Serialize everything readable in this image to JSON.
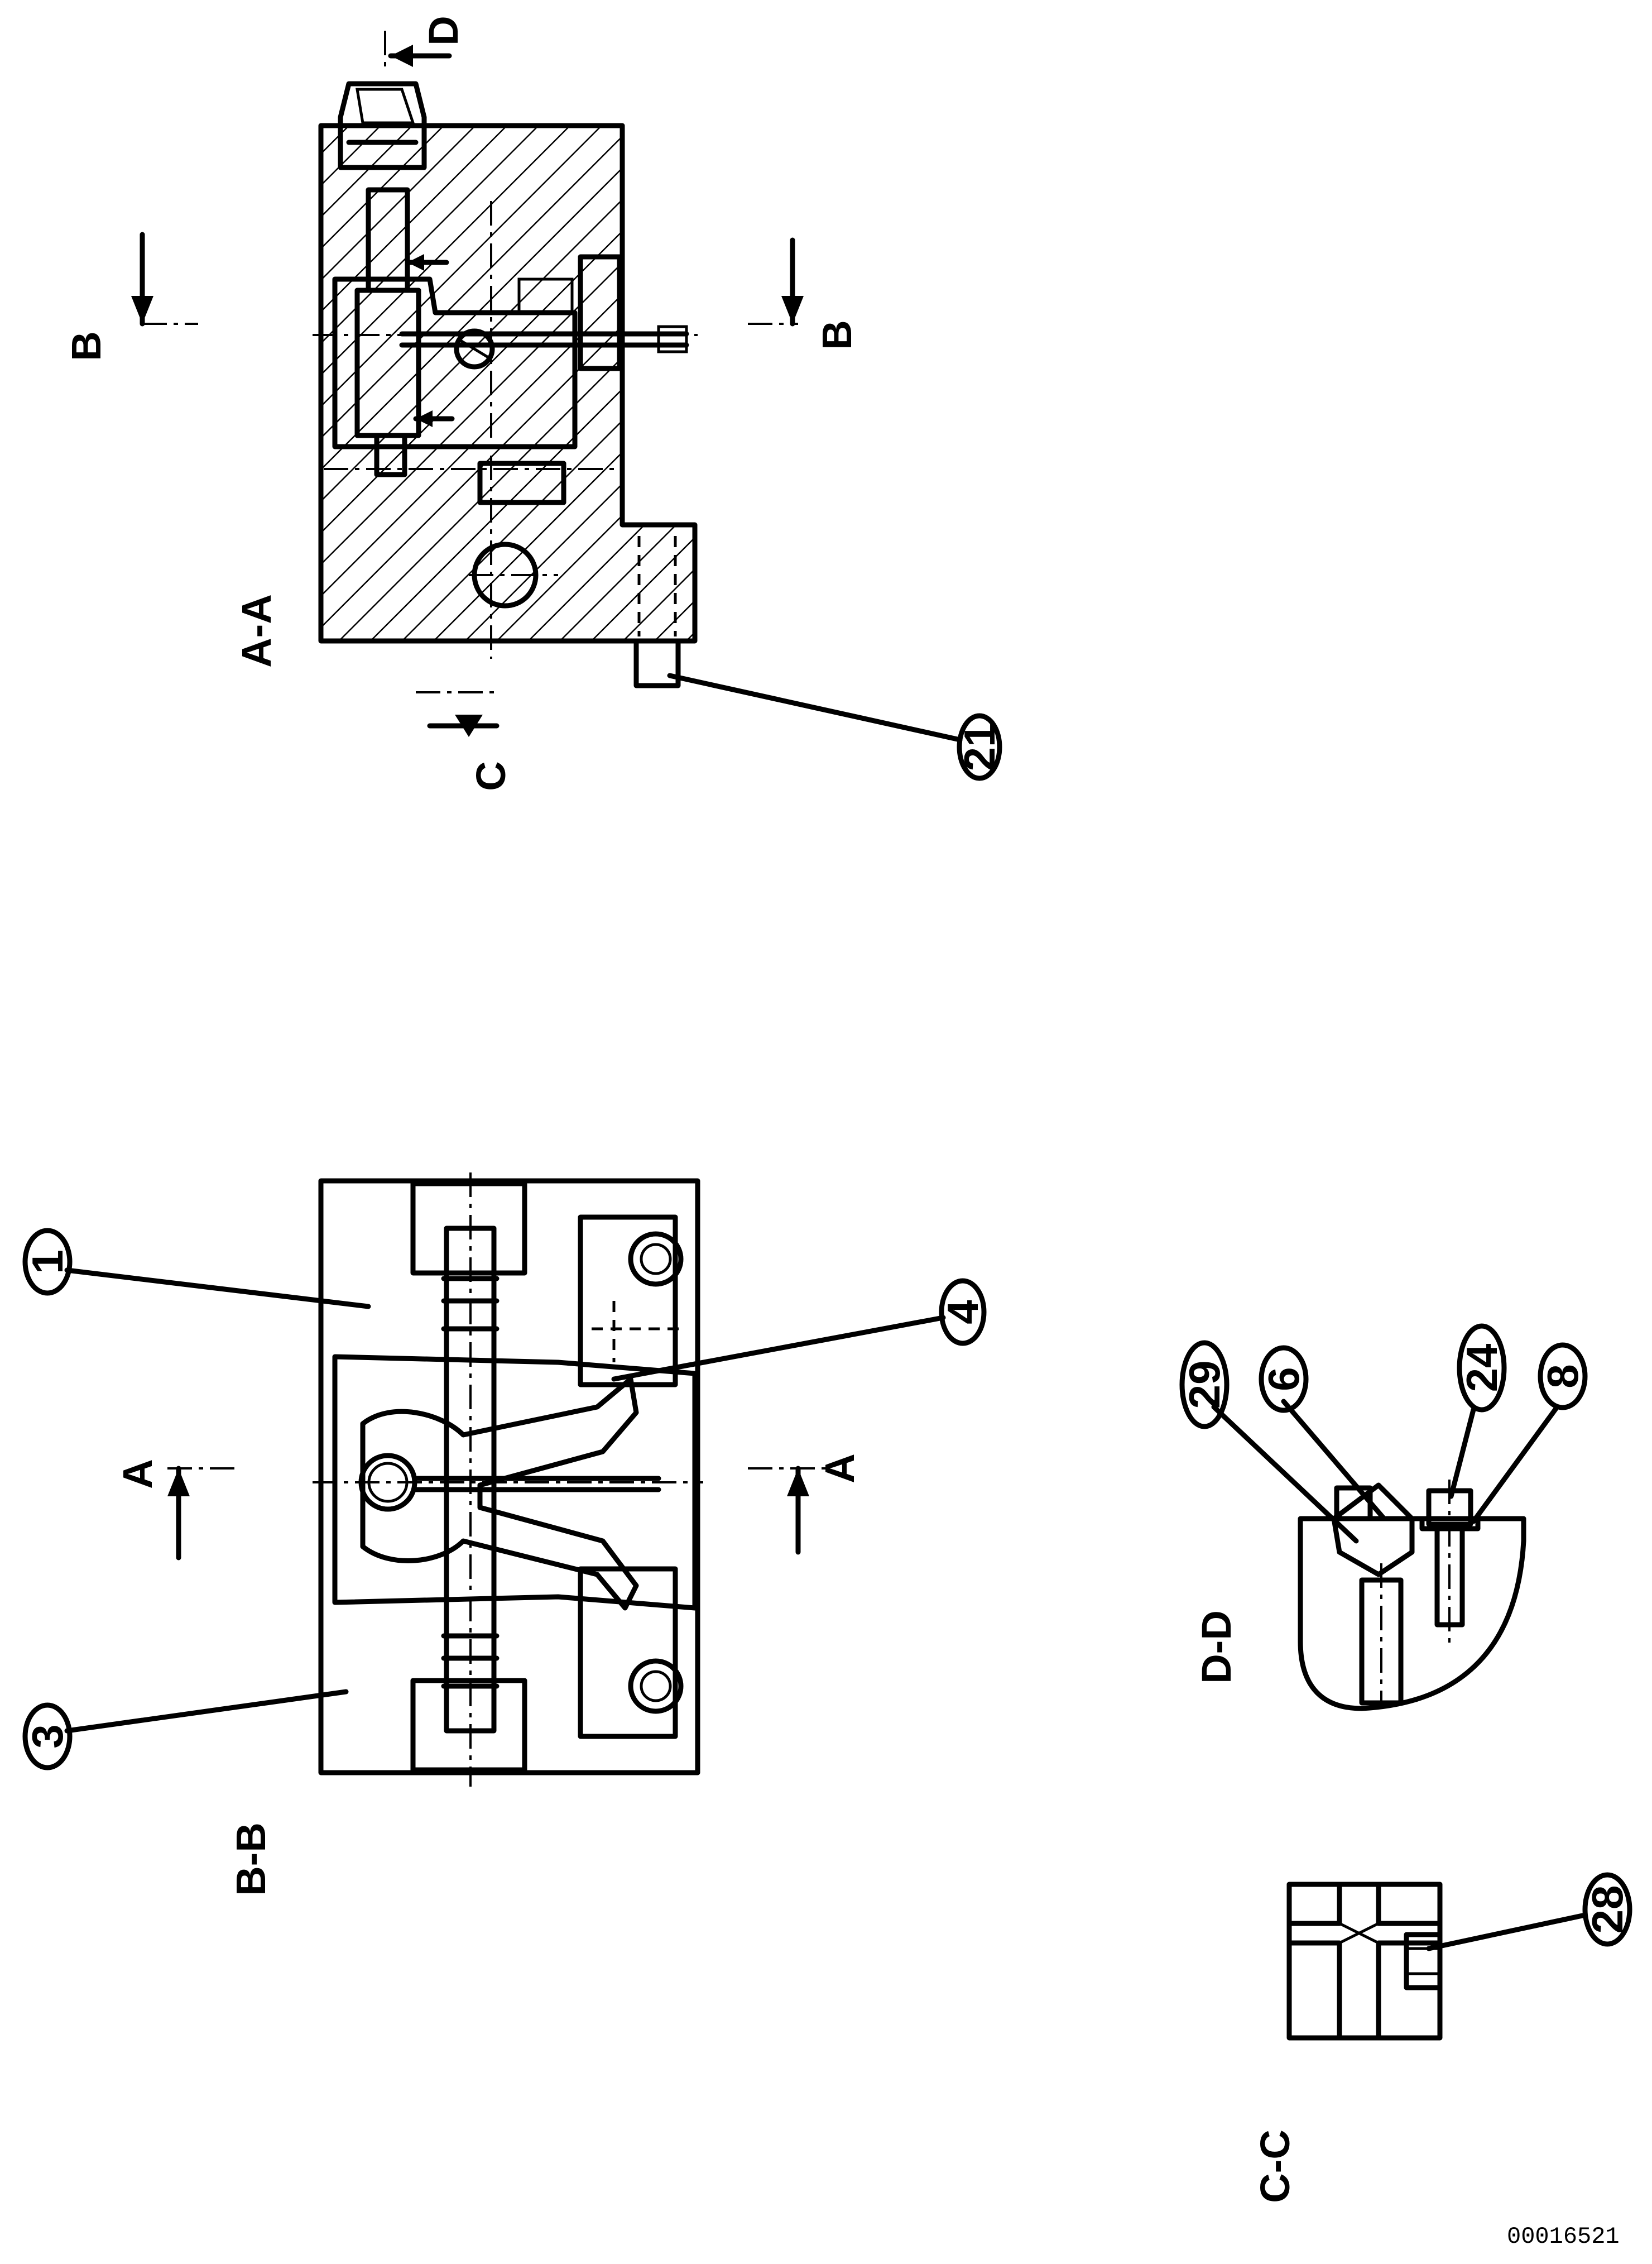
{
  "views": {
    "bb": {
      "title": "B-B"
    },
    "aa": {
      "title": "A-A"
    },
    "dd": {
      "title": "D-D"
    },
    "cc": {
      "title": "C-C"
    }
  },
  "section_marks": {
    "A": "A",
    "B": "B",
    "C": "C",
    "D": "D"
  },
  "balloons": {
    "b1": "1",
    "b3": "3",
    "b4": "4",
    "b21": "21",
    "b29": "29",
    "b6": "6",
    "b24": "24",
    "b8": "8",
    "b28": "28"
  },
  "document_number": "00016521"
}
